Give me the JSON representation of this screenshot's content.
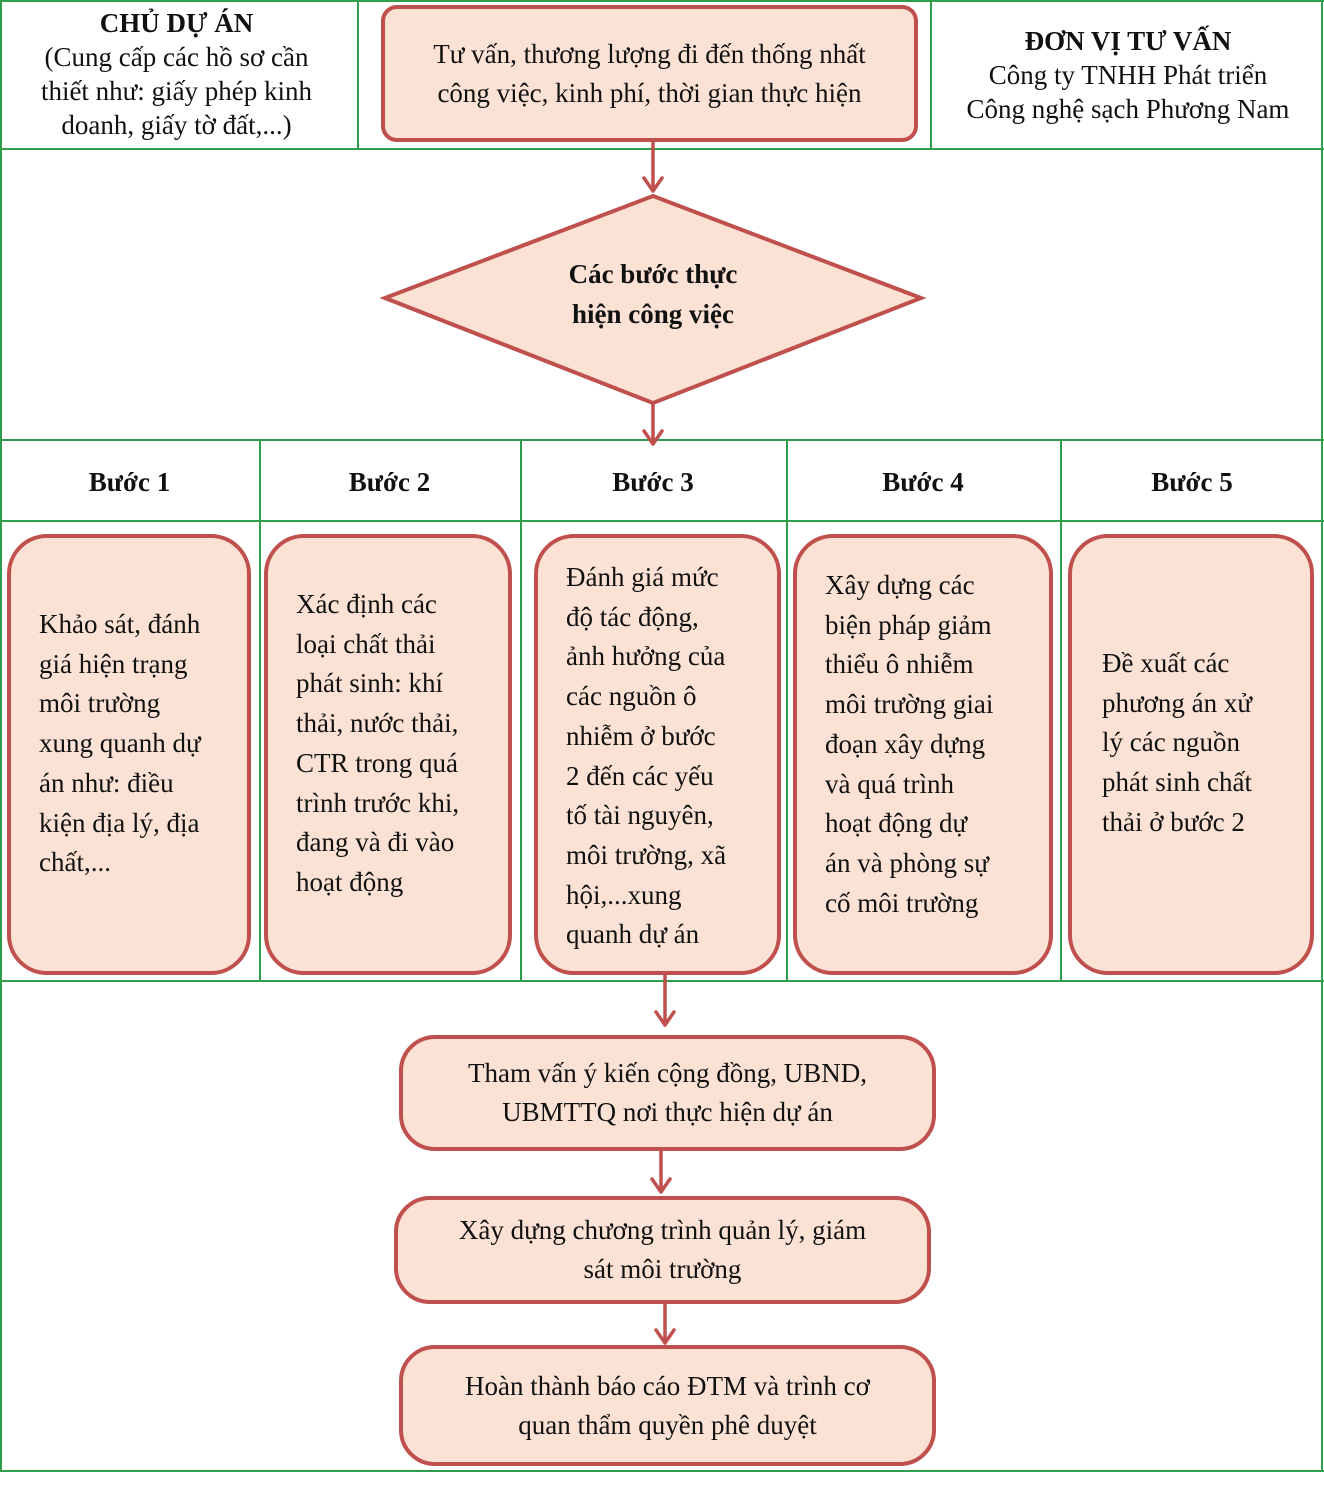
{
  "header": {
    "owner_title": "CHỦ DỰ ÁN",
    "owner_lines": [
      "(Cung cấp các hồ sơ cần",
      "thiết như: giấy phép kinh",
      "doanh, giấy tờ đất,...)"
    ],
    "consult_lines": [
      "Tư vấn, thương lượng đi đến thống nhất",
      "công việc, kinh phí, thời gian thực hiện"
    ],
    "consultant_title": "ĐƠN VỊ TƯ VẤN",
    "consultant_lines": [
      "Công ty TNHH Phát triển",
      "Công nghệ sạch Phương Nam"
    ]
  },
  "decision": {
    "lines": [
      "Các bước thực",
      "hiện công việc"
    ]
  },
  "steps": [
    {
      "title": "Bước 1",
      "lines": [
        "Khảo sát, đánh",
        "giá hiện trạng",
        "môi trường",
        "xung quanh dự",
        "án như: điều",
        "kiện địa lý, địa",
        "chất,..."
      ]
    },
    {
      "title": "Bước 2",
      "lines": [
        "Xác định các",
        "loại chất thải",
        "phát sinh: khí",
        "thải, nước thải,",
        "CTR trong quá",
        "trình trước khi,",
        "đang và đi vào",
        "hoạt động"
      ]
    },
    {
      "title": "Bước 3",
      "lines": [
        "Đánh giá mức",
        "độ tác động,",
        "ảnh hưởng của",
        "các nguồn ô",
        "nhiễm ở bước",
        "2 đến các yếu",
        "tố tài nguyên,",
        "môi trường, xã",
        "hội,...xung",
        "quanh dự án"
      ]
    },
    {
      "title": "Bước 4",
      "lines": [
        "Xây dựng các",
        "biện pháp giảm",
        "thiểu ô nhiễm",
        "môi trường giai",
        "đoạn xây dựng",
        "và quá trình",
        "hoạt động dự",
        "án và phòng sự",
        "cố môi trường"
      ]
    },
    {
      "title": "Bước 5",
      "lines": [
        "Đề xuất các",
        "phương án xử",
        "lý các nguồn",
        "phát sinh chất",
        "thải ở bước 2"
      ]
    }
  ],
  "process": [
    {
      "lines": [
        "Tham vấn ý kiến cộng đồng, UBND,",
        "UBMTTQ nơi thực hiện dự án"
      ]
    },
    {
      "lines": [
        "Xây dựng chương trình quản lý, giám",
        "sát môi trường"
      ]
    },
    {
      "lines": [
        "Hoàn thành báo cáo ĐTM và trình cơ",
        "quan thẩm quyền phê duyệt"
      ]
    }
  ],
  "colors": {
    "box_fill": "#fbe2d5",
    "box_border": "#c0504d",
    "grid_line": "#2e9e4c"
  }
}
